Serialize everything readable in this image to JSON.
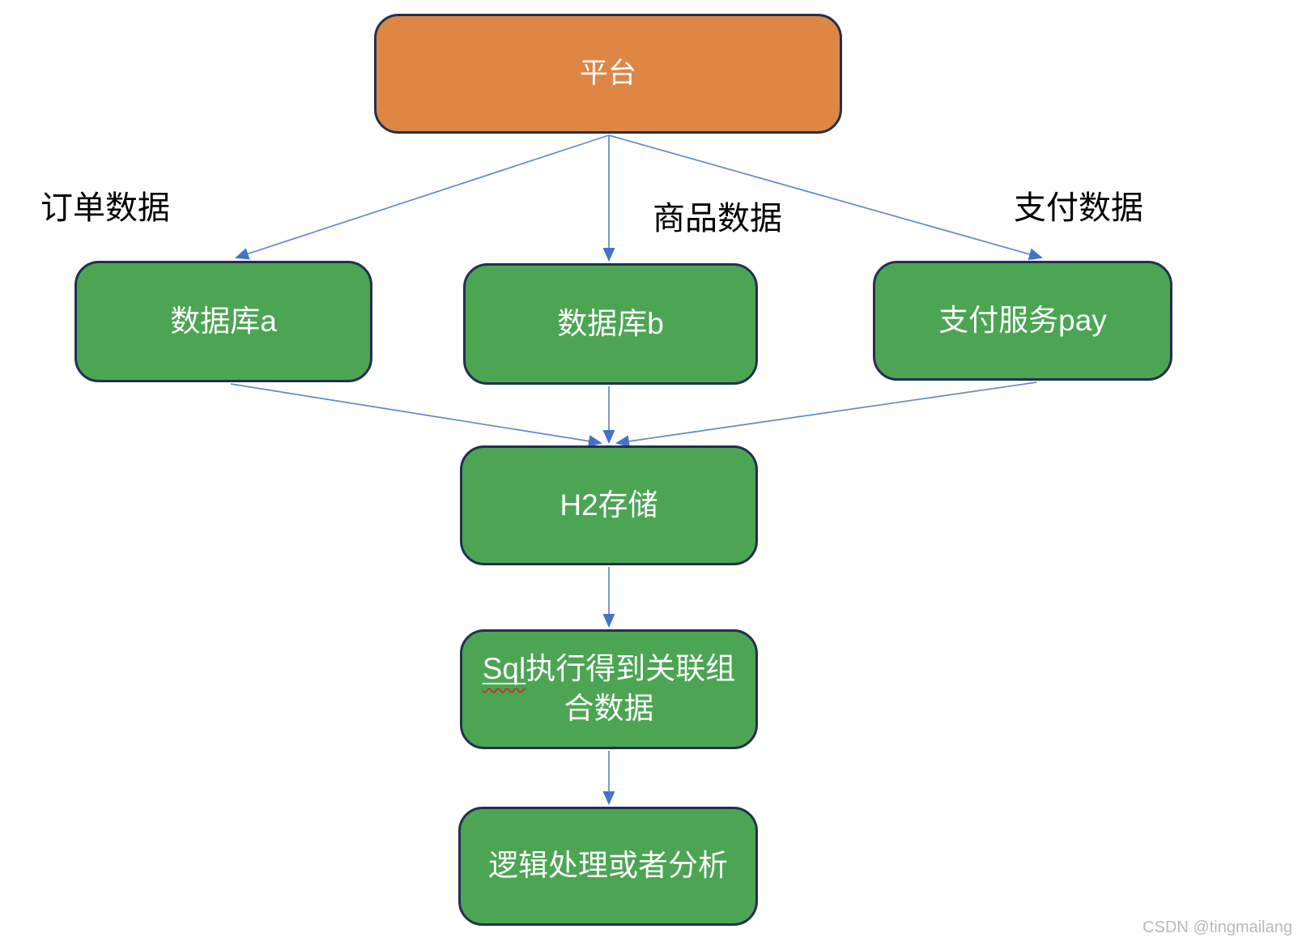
{
  "diagram": {
    "nodes": {
      "platform": {
        "label": "平台"
      },
      "db_a": {
        "label": "数据库a"
      },
      "db_b": {
        "label": "数据库b"
      },
      "pay_service": {
        "label": "支付服务pay"
      },
      "h2_storage": {
        "label": "H2存储"
      },
      "sql_exec": {
        "word": "Sql",
        "rest": "执行得到关联组合数据"
      },
      "logic": {
        "label": "逻辑处理或者分析"
      }
    },
    "edge_labels": {
      "order_data": "订单数据",
      "product_data": "商品数据",
      "payment_data": "支付数据"
    },
    "colors": {
      "platform_fill": "#DE8745",
      "node_fill": "#4BA553",
      "node_border": "#22304F",
      "arrow_line": "#6487CE",
      "arrow_head": "#4673C8",
      "label_text": "#000000",
      "node_text": "#FFFFFF",
      "watermark_text": "#B9B9B9",
      "spellcheck_wave": "#C0392B"
    },
    "watermark": "CSDN @tingmailang"
  }
}
